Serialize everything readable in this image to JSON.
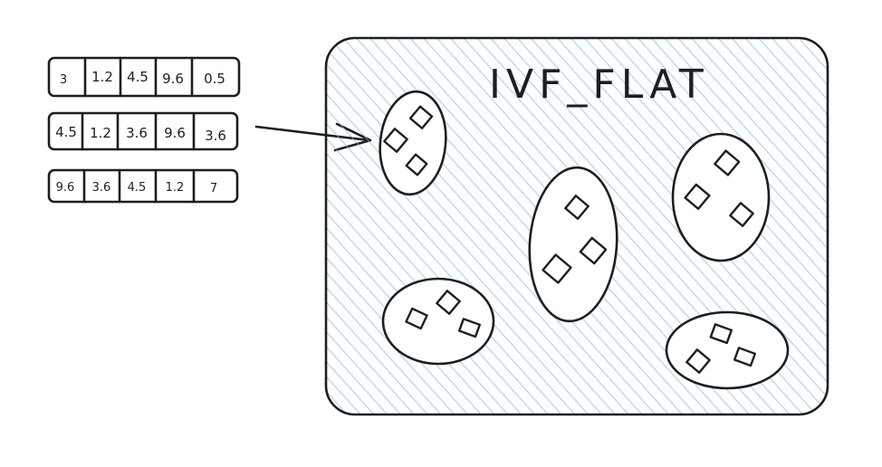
{
  "diagram": {
    "title": "IVF_FLAT",
    "vectors": [
      [
        "3",
        "1.2",
        "4.5",
        "9.6",
        "0.5"
      ],
      [
        "4.5",
        "1.2",
        "3.6",
        "9.6",
        "3.6"
      ],
      [
        "9.6",
        "3.6",
        "4.5",
        "1.2",
        "7"
      ]
    ],
    "colors": {
      "stroke": "#1e1e1e",
      "region_fill": "#a5d8ff",
      "hatch": "#74b9ec"
    },
    "clusters": [
      {
        "points": 3
      },
      {
        "points": 3
      },
      {
        "points": 3
      },
      {
        "points": 3
      },
      {
        "points": 3
      }
    ]
  }
}
